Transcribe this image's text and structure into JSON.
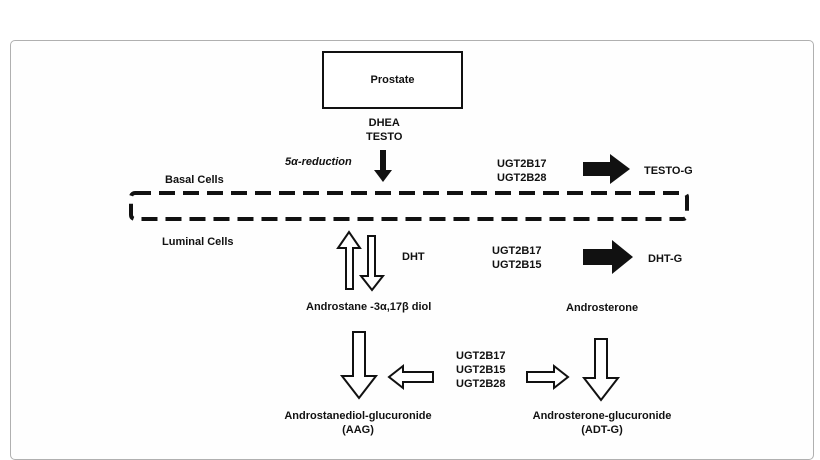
{
  "diagram": {
    "prostate": "Prostate",
    "precursors": [
      "DHEA",
      "TESTO"
    ],
    "reduction_label": "5α-reduction",
    "basal_cells": "Basal Cells",
    "luminal_cells": "Luminal Cells",
    "testo_enzymes": [
      "UGT2B17",
      "UGT2B28"
    ],
    "testo_product": "TESTO-G",
    "dht": "DHT",
    "dht_enzymes": [
      "UGT2B17",
      "UGT2B15"
    ],
    "dht_product": "DHT-G",
    "diol": "Androstane -3α,17β diol",
    "androsterone": "Androsterone",
    "shared_enzymes": [
      "UGT2B17",
      "UGT2B15",
      "UGT2B28"
    ],
    "aag": [
      "Androstanediol-glucuronide",
      "(AAG)"
    ],
    "adtg": [
      "Androsterone-glucuronide",
      "(ADT-G)"
    ]
  }
}
